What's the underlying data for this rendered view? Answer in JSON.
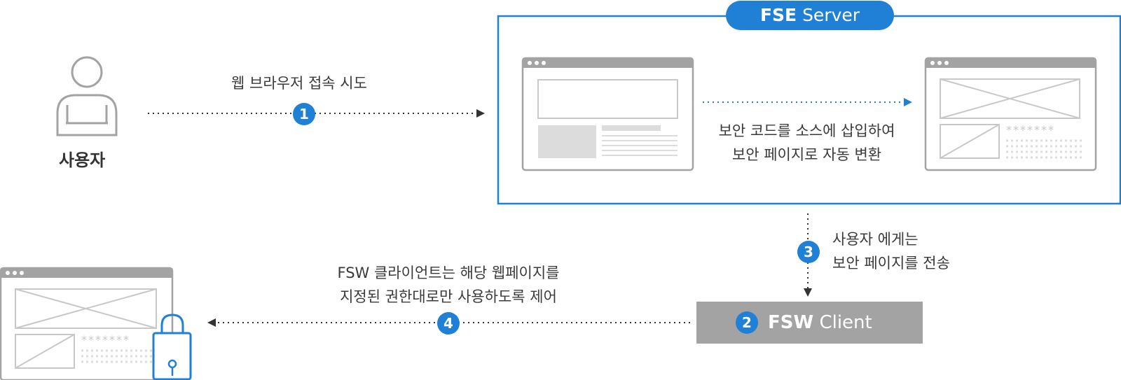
{
  "user": {
    "label": "사용자"
  },
  "server": {
    "brand": "FSE",
    "name": "Server"
  },
  "client": {
    "number": "2",
    "brand": "FSW",
    "name": "Client"
  },
  "steps": [
    {
      "number": "1",
      "lines": [
        "웹 브라우저 접속 시도"
      ]
    },
    {
      "lines": [
        "보안 코드를 소스에 삽입하여",
        "보안 페이지로 자동 변환"
      ]
    },
    {
      "number": "3",
      "lines": [
        "사용자 에게는",
        "보안 페이지를 전송"
      ]
    },
    {
      "number": "4",
      "lines": [
        "FSW 클라이언트는 해당 웹페이지를",
        "지정된 권한대로만 사용하도록 제어"
      ]
    }
  ],
  "page_placeholder": {
    "stars": "*******"
  },
  "colors": {
    "accent_blue": "#1f80d6",
    "gray_frame": "#a3a3a3",
    "light_block": "#dcdcdc",
    "arrow_dark": "#333333"
  }
}
